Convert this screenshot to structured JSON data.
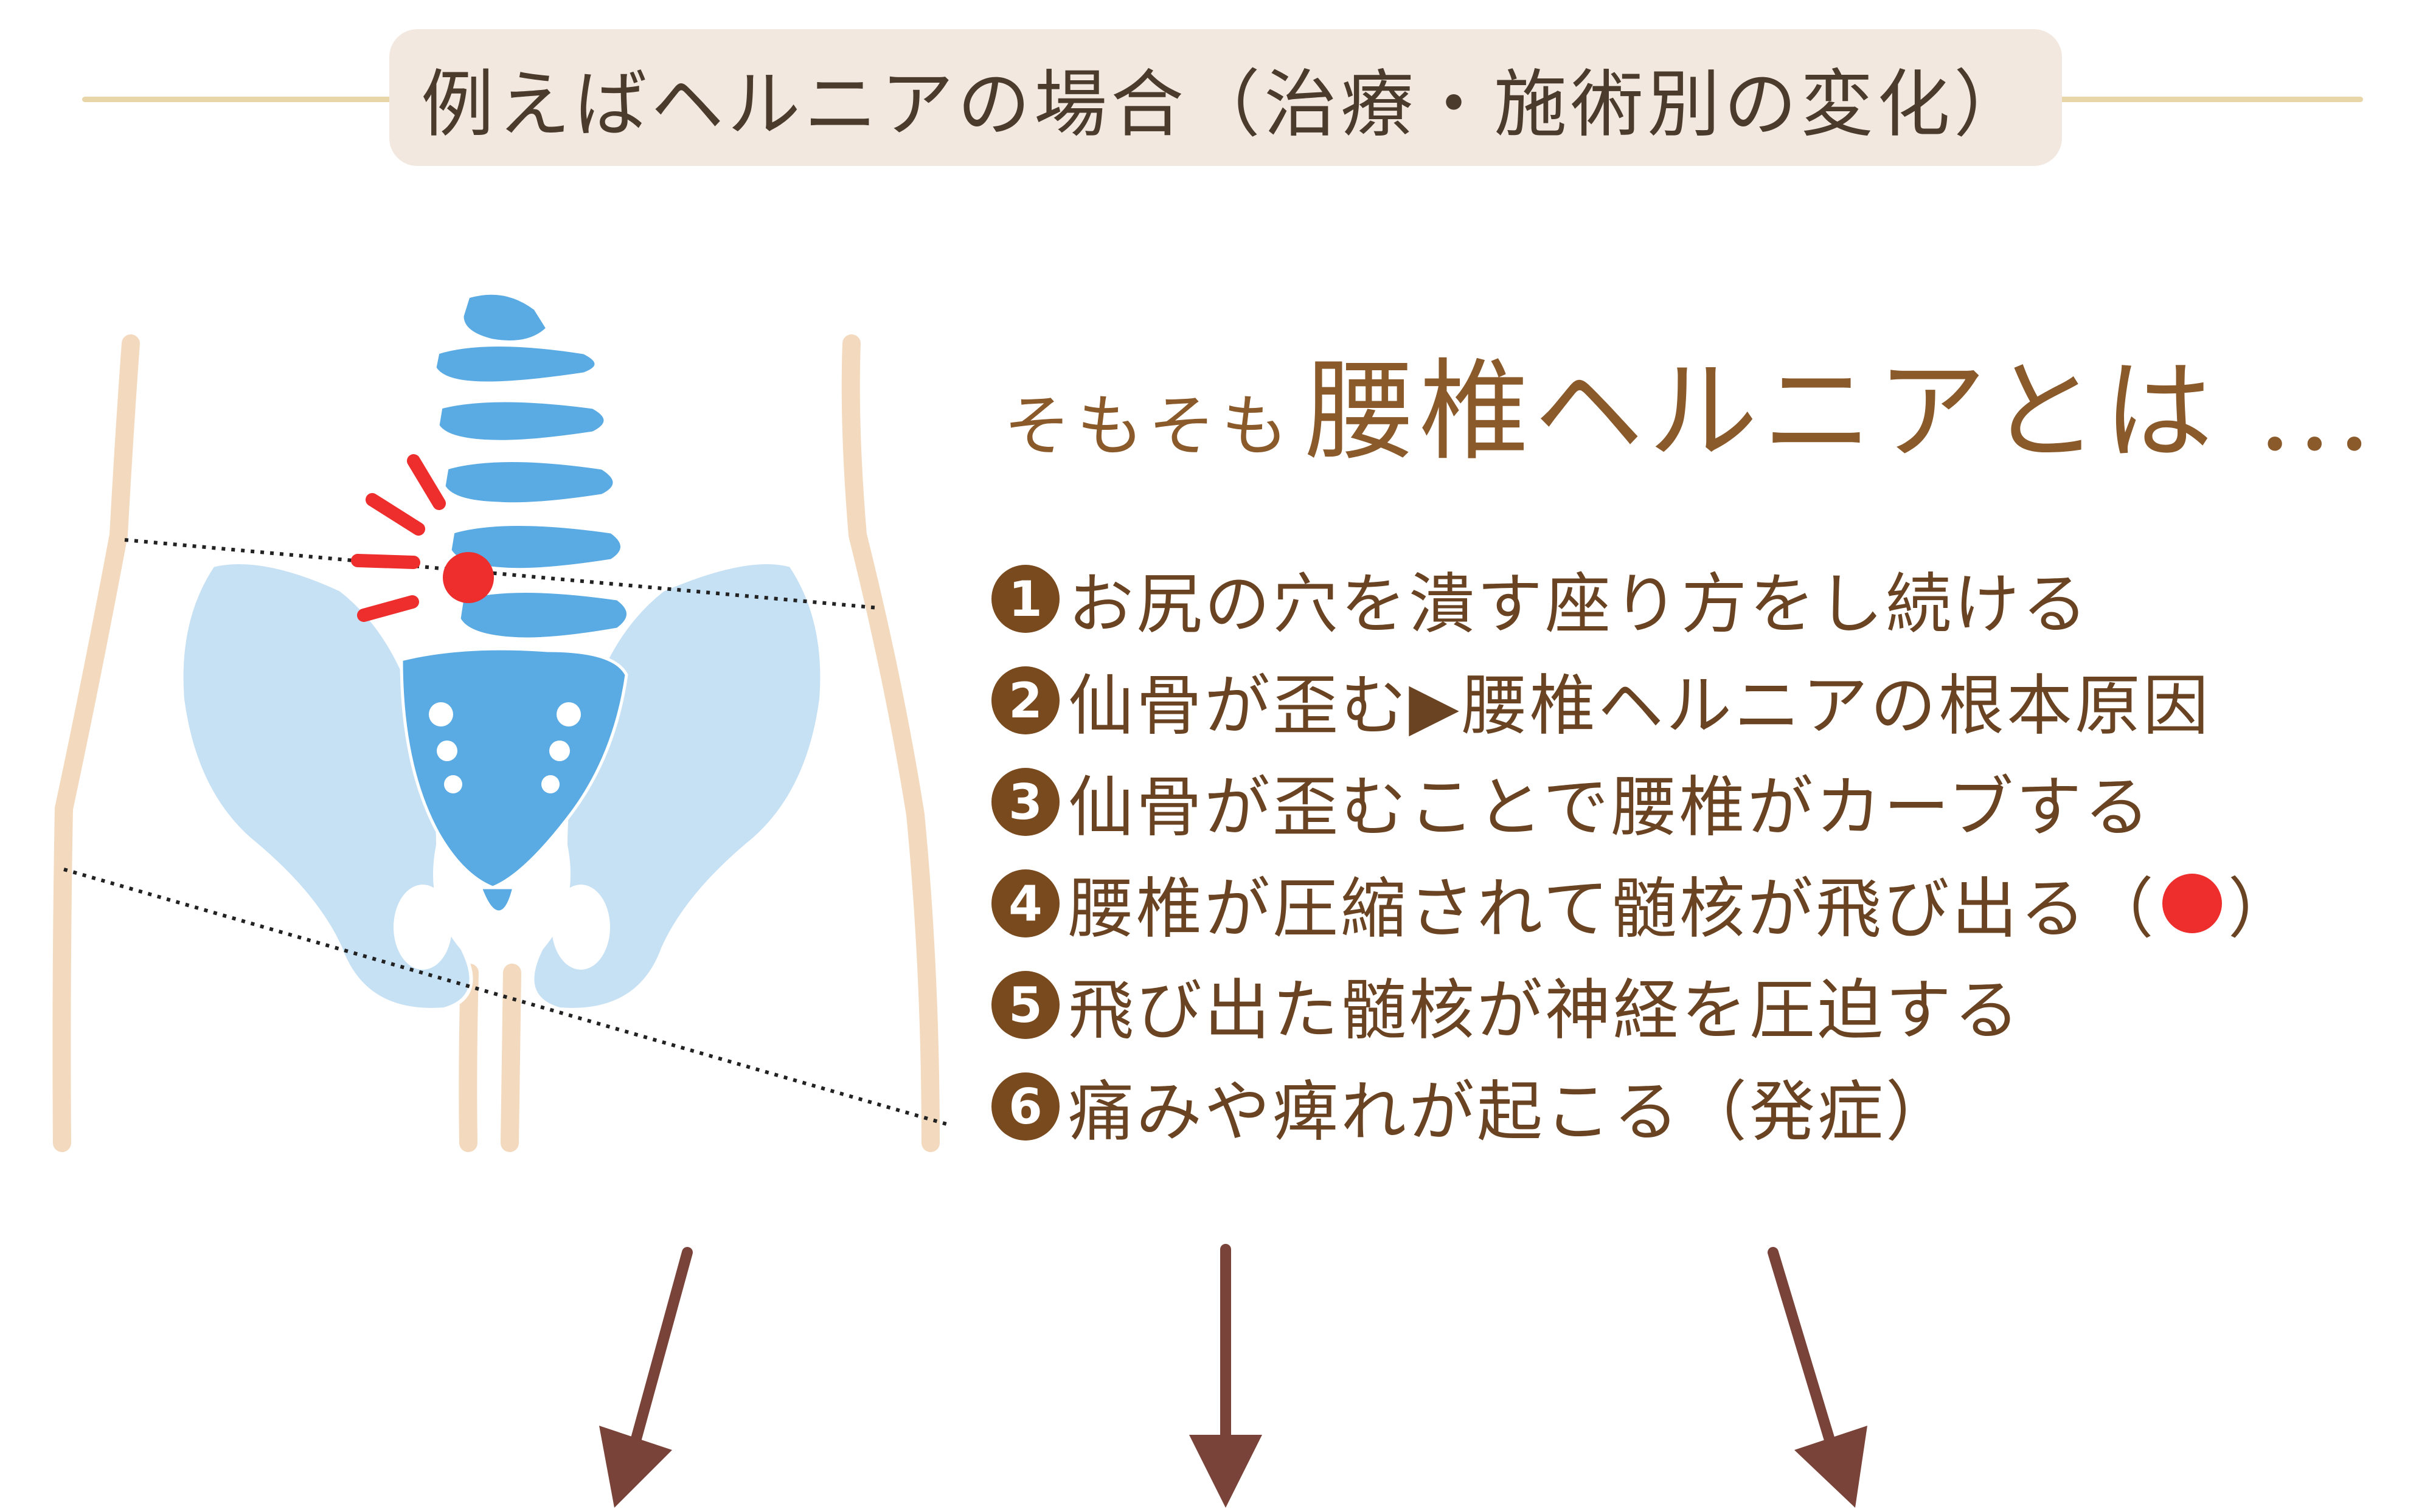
{
  "header": {
    "title": "例えばヘルニアの場合（治療・施術別の変化）"
  },
  "heading": {
    "intro": "そもそも",
    "main": "腰椎ヘルニアとは ..."
  },
  "steps": [
    {
      "number": "1",
      "text": "お尻の穴を潰す座り方をし続ける"
    },
    {
      "number": "2",
      "text": "仙骨が歪む▶腰椎ヘルニアの根本原因"
    },
    {
      "number": "3",
      "text": "仙骨が歪むことで腰椎がカーブする"
    },
    {
      "number": "4",
      "text": "腰椎が圧縮されて髄核が飛び出る（",
      "suffix": "）"
    },
    {
      "number": "5",
      "text": "飛び出た髄核が神経を圧迫する"
    },
    {
      "number": "6",
      "text": "痛みや痺れが起こる（発症）"
    }
  ],
  "colors": {
    "header_bg": "#f2e8df",
    "header_line": "#e8d6a8",
    "heading_text": "#8b5a2b",
    "step_number_bg": "#7a4a1f",
    "step_text": "#6a4322",
    "spine": "#5aaae3",
    "pelvis": "#c6e0f4",
    "body_outline": "#f3d9bd",
    "pain_marker": "#ee2d2d",
    "arrow": "#7a4339"
  }
}
